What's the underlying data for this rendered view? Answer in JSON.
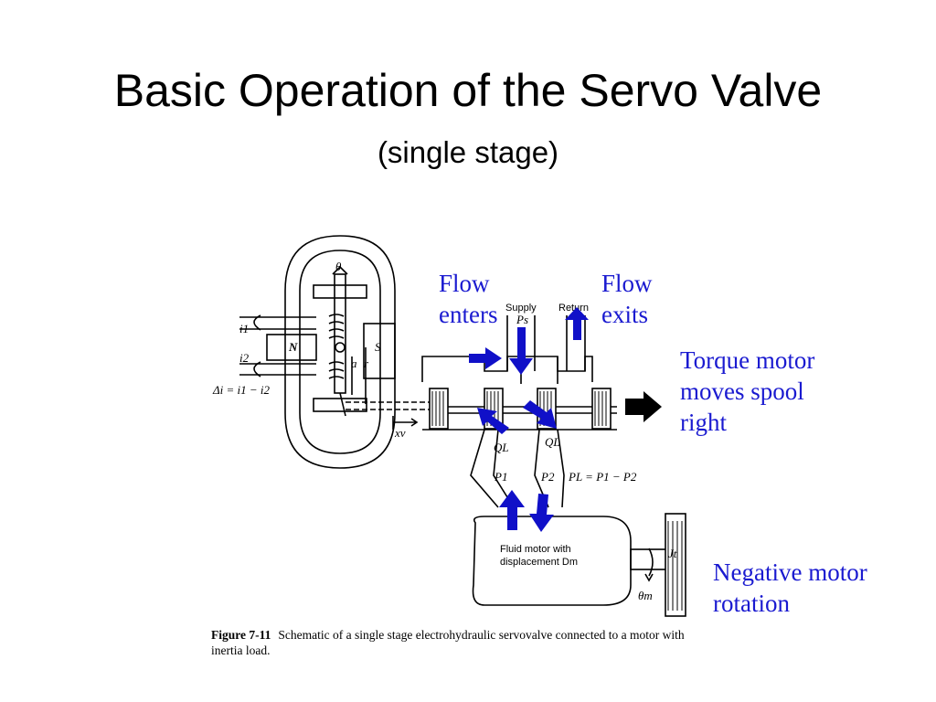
{
  "slide": {
    "title": "Basic Operation of the Servo Valve",
    "subtitle": "(single stage)"
  },
  "annotations": {
    "flow_enters": "Flow\nenters",
    "flow_exits": "Flow\nexits",
    "torque_motor": "Torque motor\nmoves spool\nright",
    "negative_rotation": "Negative motor\nrotation"
  },
  "figure": {
    "caption_number": "Figure 7-11",
    "caption_text": "Schematic of a single stage electrohydraulic servovalve connected to a motor with inertia load.",
    "labels": {
      "supply": "Supply",
      "supply_pressure": "Ps",
      "return": "Return",
      "theta": "θ",
      "i1": "i1",
      "i2": "i2",
      "n_pole": "N",
      "s_pole": "S",
      "a": "a",
      "r": "r",
      "delta_i": "Δi = i1 − i2",
      "xv": "xv",
      "ql_left": "QL",
      "ql_right": "QL",
      "p1": "P1",
      "p2": "P2",
      "pl_eq": "PL = P1 − P2",
      "motor_label_line1": "Fluid motor with",
      "motor_label_line2": "displacement Dm",
      "jt": "Jt",
      "theta_m": "θm"
    }
  },
  "colors": {
    "annotation_text": "#1a1ad0",
    "arrow_blue": "#1010c8",
    "arrow_black": "#000000"
  }
}
